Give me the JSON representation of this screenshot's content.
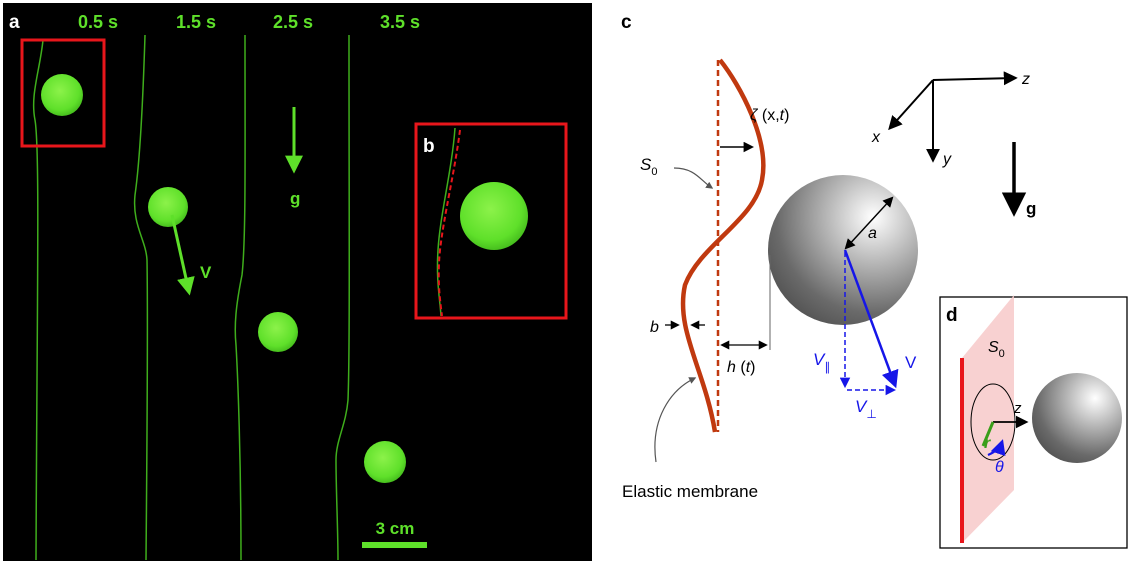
{
  "panel_a": {
    "label": "a",
    "times": [
      "0.5 s",
      "1.5 s",
      "2.5 s",
      "3.5 s"
    ],
    "gravity_label": "g",
    "velocity_label": "V",
    "scale_bar_label": "3 cm"
  },
  "panel_b": {
    "label": "b"
  },
  "panel_c": {
    "label": "c",
    "zeta_symbol": "ζ",
    "zeta_args": " (x,",
    "zeta_t": "t",
    "zeta_close": ")",
    "s0_symbol": "S",
    "s0_sub": "0",
    "b_label": "b",
    "h_symbol": "h",
    "h_args_open": " (",
    "h_t": "t",
    "h_close": ")",
    "a_label": "a",
    "v_label": "V",
    "v_par_symbol": "V",
    "v_par_sub": "∥",
    "v_perp_symbol": "V",
    "v_perp_sub": "⊥",
    "membrane_label": "Elastic membrane",
    "axis_x": "x",
    "axis_y": "y",
    "axis_z": "z",
    "g_label": "g"
  },
  "panel_d": {
    "label": "d",
    "s0_symbol": "S",
    "s0_sub": "0",
    "z_label": "z",
    "r_label": "r",
    "theta_label": "θ"
  },
  "colors": {
    "bead_green": "#5fe02a",
    "annotation_green": "#5ee02a",
    "highlight_red": "#e8161b",
    "membrane_orange": "#c0390f",
    "vector_blue": "#1616e8",
    "photo_bg": "#000000"
  }
}
